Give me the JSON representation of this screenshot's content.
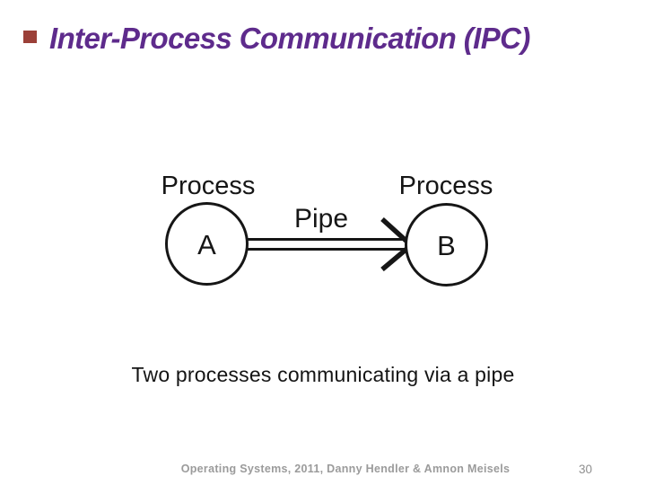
{
  "slide": {
    "title": "Inter-Process Communication (IPC)",
    "caption": "Two processes communicating via a pipe",
    "footer_credit": "Operating Systems, 2011, Danny Hendler & Amnon Meisels",
    "page_number": "30",
    "colors": {
      "title_purple": "#5e2b8c",
      "accent_square_red": "#8a1f15",
      "diagram_ink": "#161616",
      "footer_gray": "#9b9b9b",
      "background": "#ffffff"
    }
  },
  "diagram": {
    "left_process": {
      "label": "Process",
      "node": "A"
    },
    "right_process": {
      "label": "Process",
      "node": "B"
    },
    "pipe_label": "Pipe"
  }
}
